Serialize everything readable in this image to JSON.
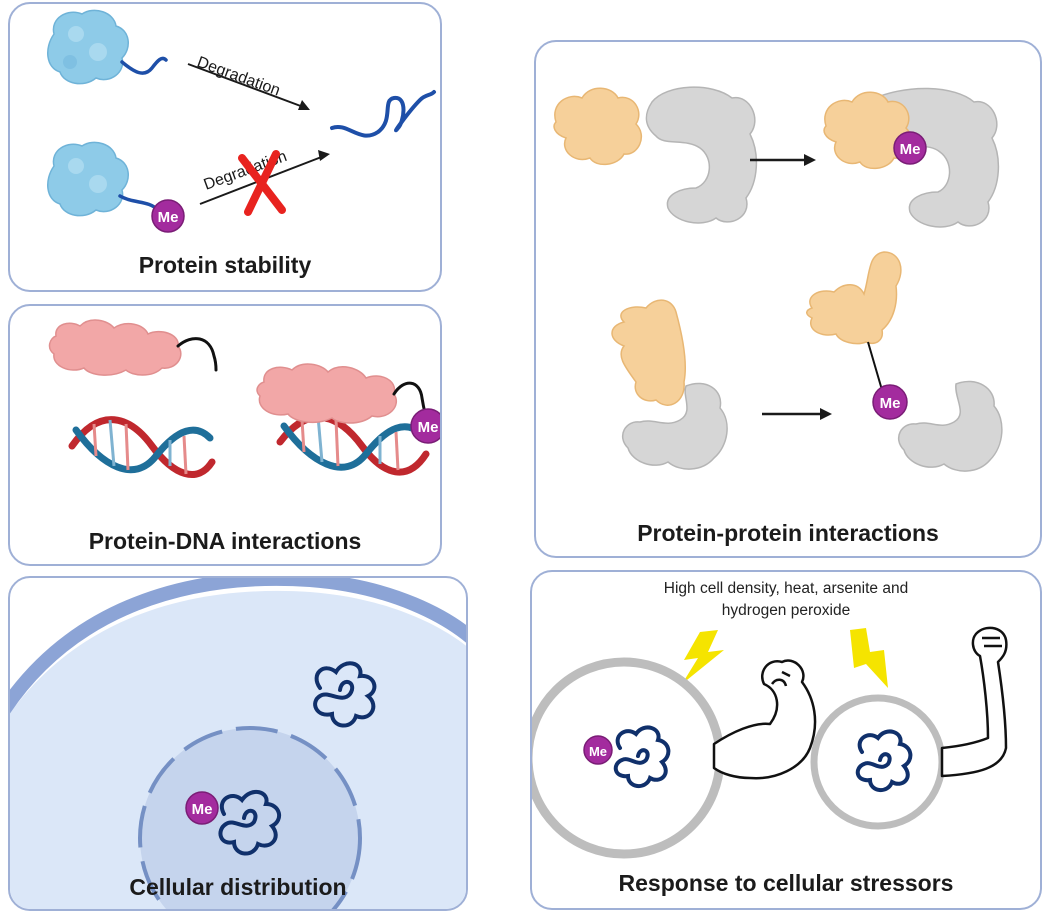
{
  "panels": {
    "stability": {
      "title": "Protein stability",
      "arrow_label_top": "Degradation",
      "arrow_label_bottom": "Degradation",
      "me": "Me"
    },
    "dna": {
      "title": "Protein-DNA interactions",
      "me": "Me"
    },
    "distribution": {
      "title": "Cellular distribution",
      "me": "Me"
    },
    "ppi": {
      "title": "Protein-protein interactions",
      "me_top": "Me",
      "me_bottom": "Me"
    },
    "stress": {
      "title": "Response to cellular stressors",
      "note_line1": "High cell density, heat, arsenite and",
      "note_line2": "hydrogen peroxide",
      "me": "Me"
    }
  },
  "colors": {
    "border": "#9fb0d6",
    "methyl": "#a32b9e",
    "blue_protein": "#8ecbe8",
    "pink_protein": "#f2a7a7",
    "orange_protein": "#f6d09a",
    "grey_protein": "#d6d6d6",
    "peptide_blue": "#1e4fa8",
    "dna_red": "#c0282e",
    "dna_blue": "#1f6f9a",
    "cell_fill": "#dbe7f8",
    "cross_red": "#e8231f",
    "bolt_yellow": "#f5e400"
  }
}
